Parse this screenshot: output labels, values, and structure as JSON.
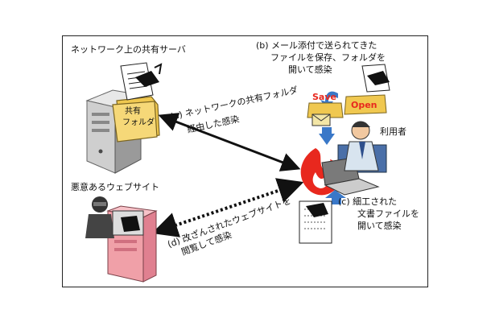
{
  "server": {
    "title": "ネットワーク上の共有サーバ",
    "folder_line1": "共有",
    "folder_line2": "フォルダ"
  },
  "route_a": {
    "line1": "(a) ネットワークの共有フォルダ",
    "line2": "経由した感染"
  },
  "route_b": {
    "line1": "(b) メール添付で送られてきた",
    "line2": "ファイルを保存、フォルダを",
    "line3": "開いて感染",
    "save_label": "Save",
    "open_label": "Open"
  },
  "route_c": {
    "line1": "(c) 細工された",
    "line2": "文書ファイルを",
    "line3": "開いて感染"
  },
  "route_d": {
    "line1": "(d) 改ざんされたウェブサイトを",
    "line2": "閲覧して感染"
  },
  "user": {
    "label": "利用者"
  },
  "malicious_site": {
    "title": "悪意あるウェブサイト"
  },
  "colors": {
    "arrow_blue": "#3a78c8",
    "flame": "#e8281e",
    "server_pink": "#f0a0a8",
    "folder": "#f0c850"
  },
  "icons": [
    "server-icon",
    "folder-icon",
    "malware-icon",
    "flame-icon",
    "user-pc-icon",
    "hacker-icon",
    "document-icon",
    "envelope-icon"
  ]
}
